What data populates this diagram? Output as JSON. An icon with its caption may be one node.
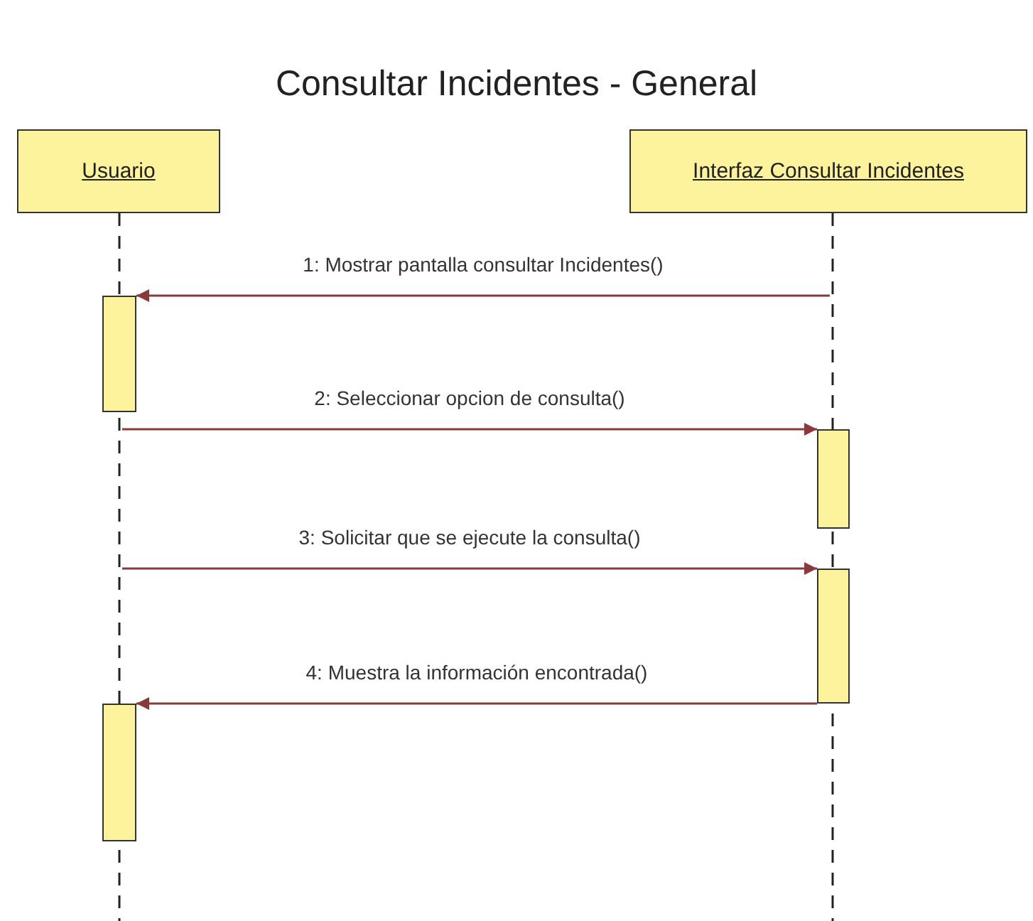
{
  "diagram": {
    "title": "Consultar Incidentes - General",
    "nodes": [
      {
        "text": [
          "Usuario"
        ]
      },
      {
        "text": [
          "Interfaz Consultar Incidentes"
        ]
      },
      {
        "text": [],
        "shape": "line"
      },
      {
        "text": [],
        "shape": "line"
      },
      {
        "text": [],
        "shape": "bar"
      },
      {
        "text": [],
        "shape": "bar"
      },
      {
        "text": [],
        "shape": "bar"
      },
      {
        "text": [],
        "shape": "bar"
      }
    ],
    "edges": [
      {
        "from": 3,
        "to": 4,
        "arrow": "to",
        "label": "1: Mostrar pantalla consultar Incidentes()"
      },
      {
        "from": 2,
        "to": 5,
        "arrow": "to",
        "label": "2: Seleccionar opcion de consulta()"
      },
      {
        "from": 2,
        "to": 6,
        "arrow": "to",
        "label": "3: Solicitar que se ejecute la consulta()"
      },
      {
        "from": 6,
        "to": 7,
        "arrow": "to",
        "label": "4: Muestra la información encontrada()"
      }
    ]
  }
}
